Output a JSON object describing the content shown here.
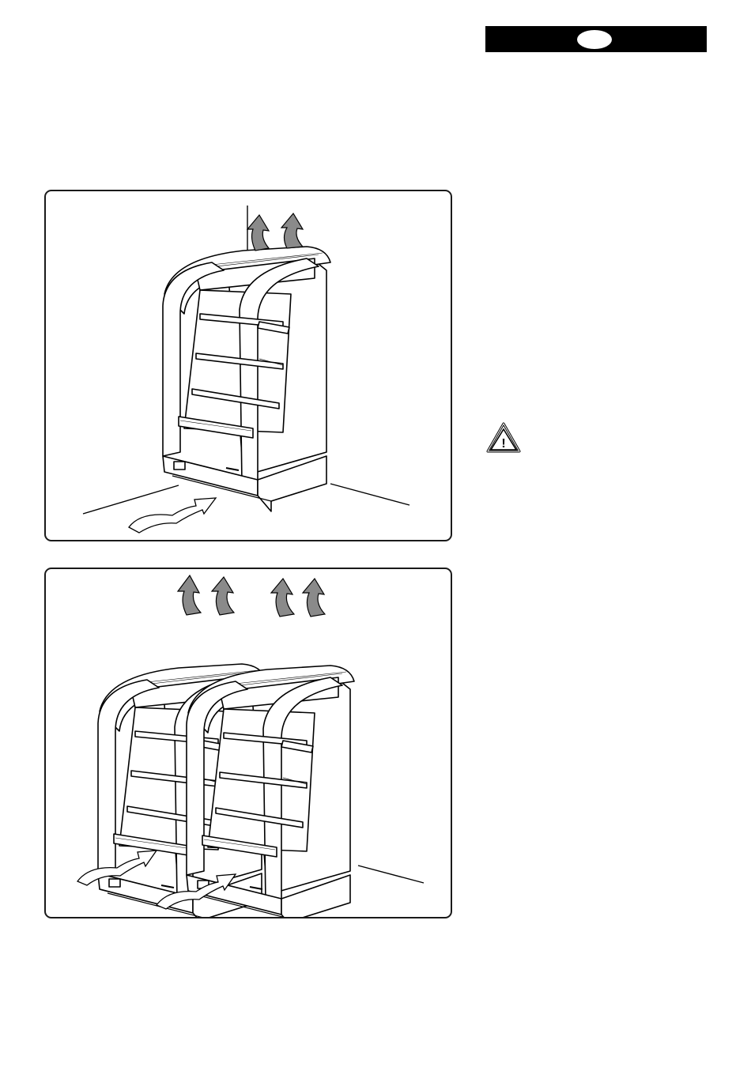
{
  "header": {
    "language_badge": ""
  },
  "figures": [
    {
      "id": "single-unit-airflow",
      "units": 1
    },
    {
      "id": "double-unit-airflow",
      "units": 2
    }
  ],
  "warning": {
    "icon": "warning-triangle-icon",
    "symbol": "!"
  },
  "colors": {
    "ink": "#000000",
    "airflow_up": "#8a8a8a",
    "airflow_in": "#ffffff",
    "page": "#ffffff"
  }
}
